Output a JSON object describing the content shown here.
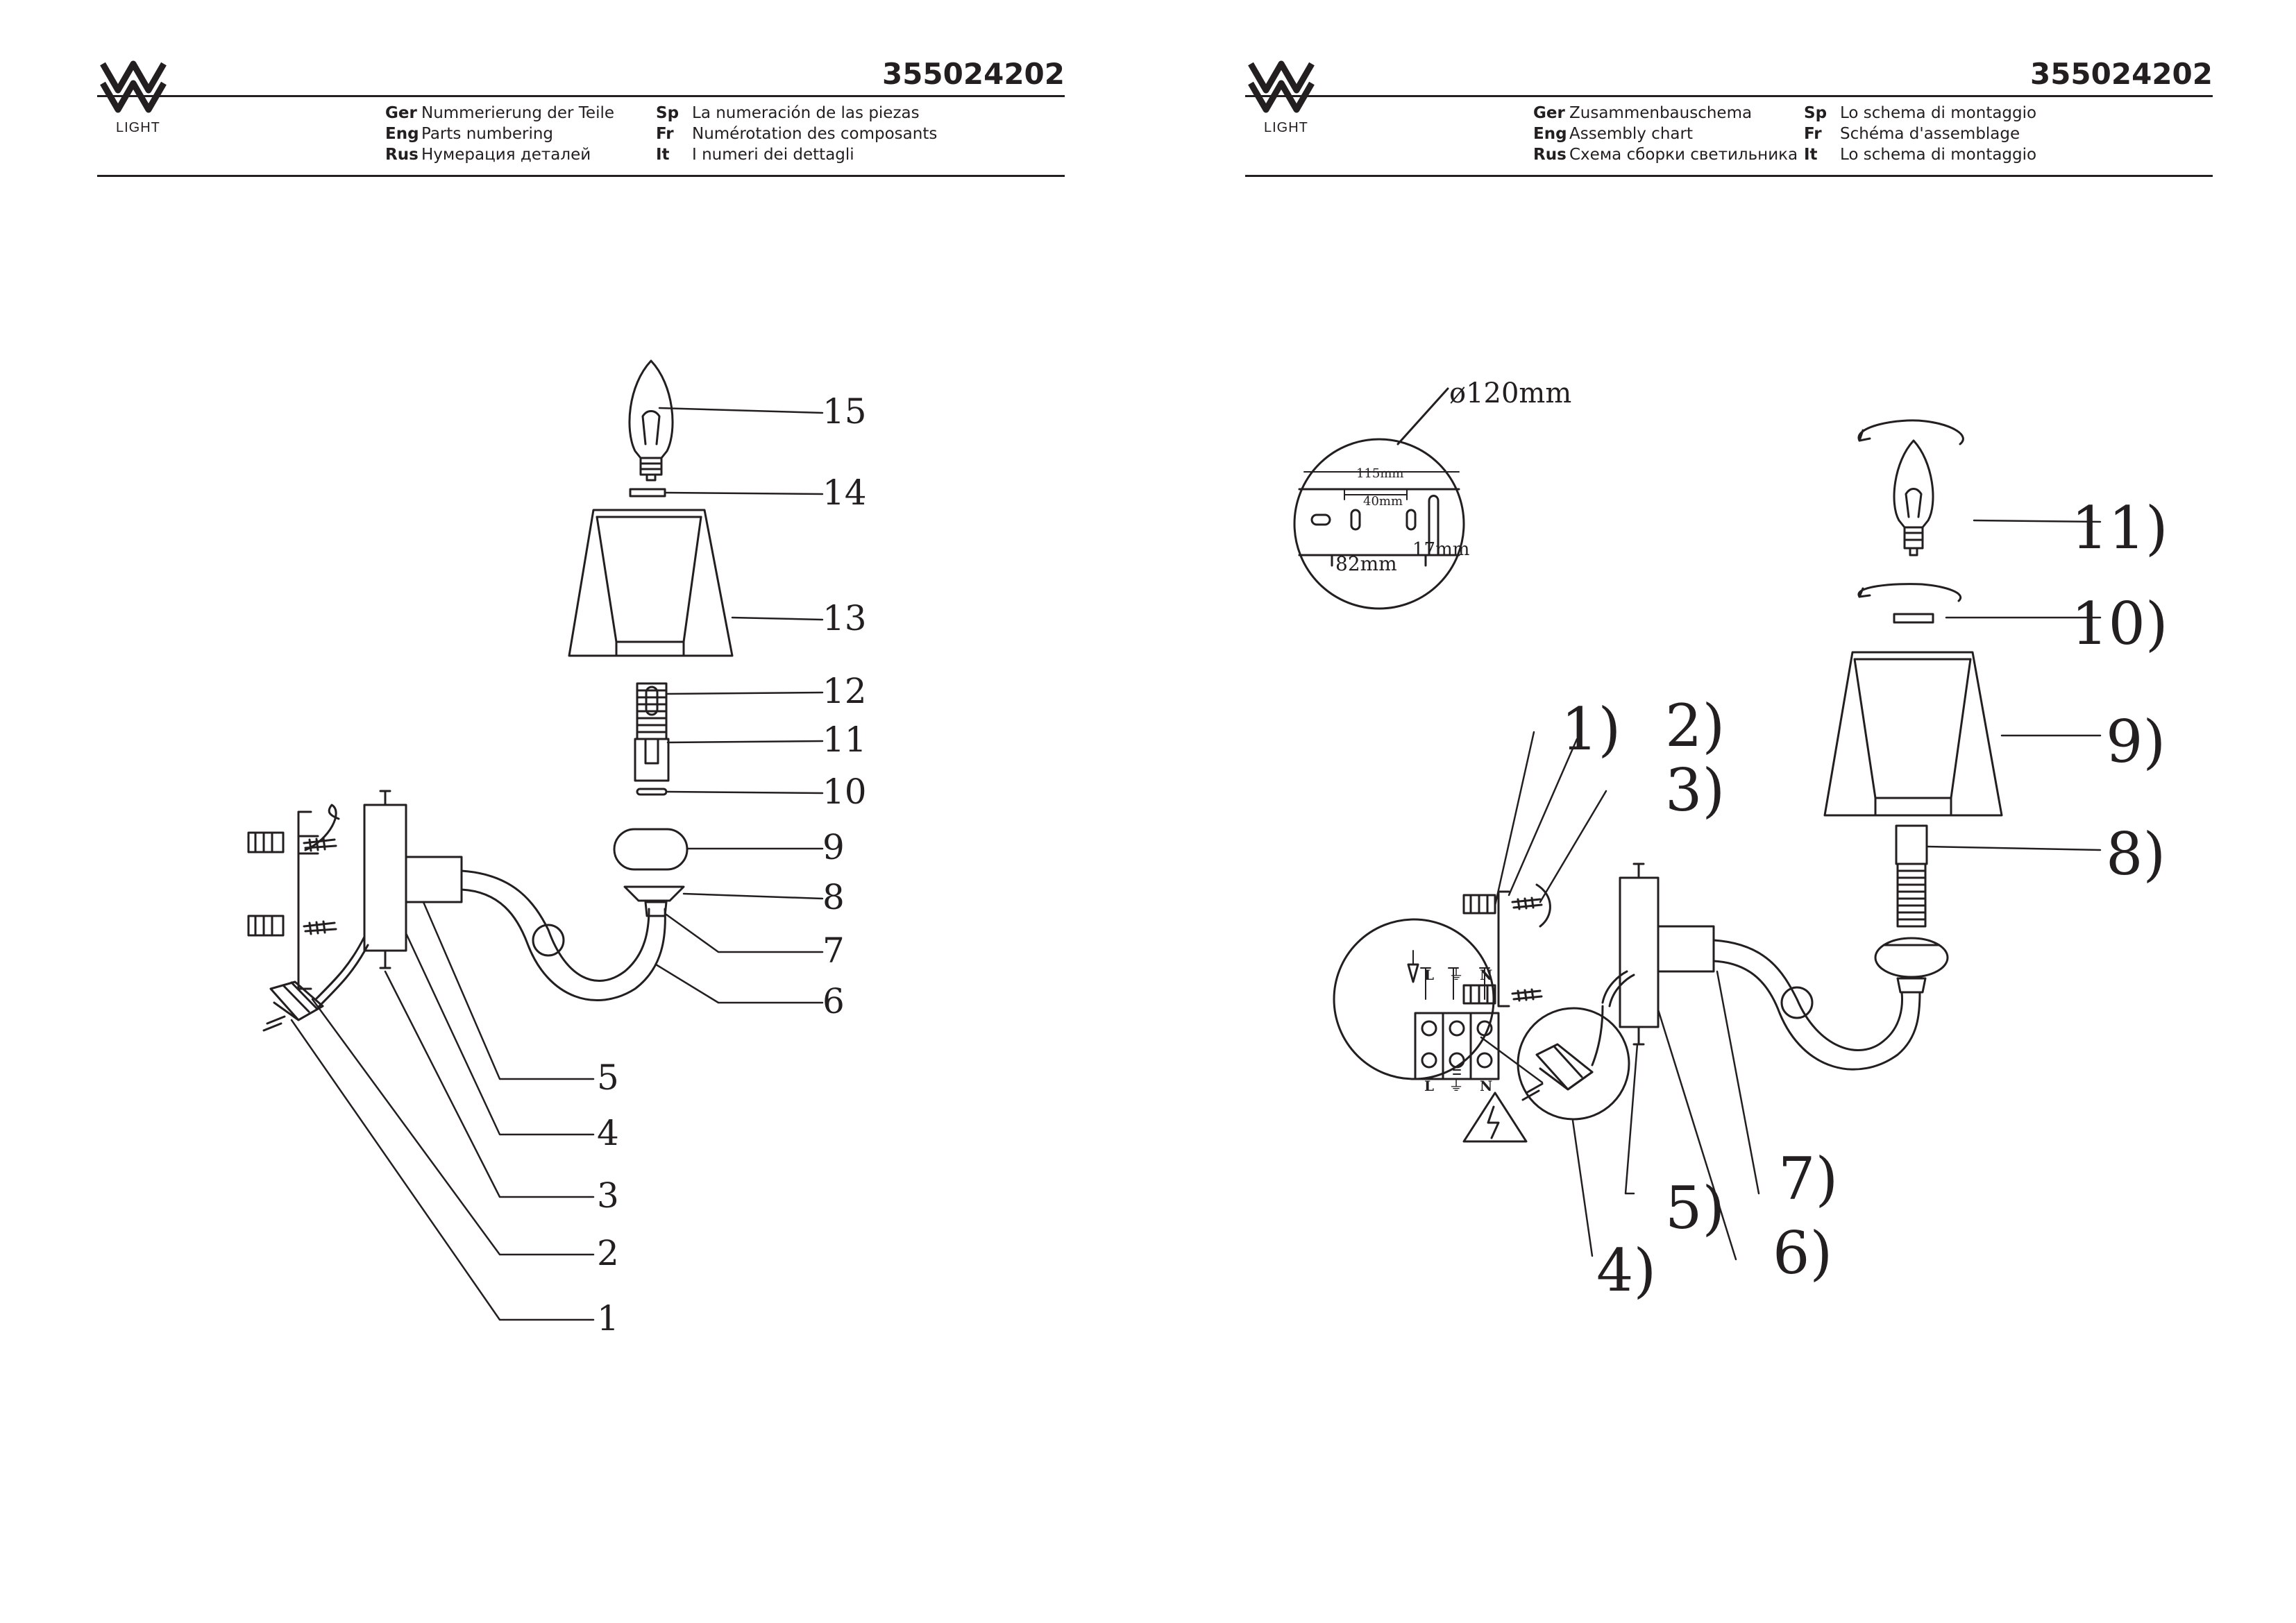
{
  "brand": {
    "logo_text": "LIGHT"
  },
  "colors": {
    "ink": "#231f20",
    "background": "#ffffff"
  },
  "left_page": {
    "code": "355024202",
    "languages": [
      {
        "code": "Ger",
        "text": "Nummerierung der Teile"
      },
      {
        "code": "Eng",
        "text": "Parts numbering"
      },
      {
        "code": "Rus",
        "text": "Нумерация деталей"
      },
      {
        "code": "Sp",
        "text": "La numeración de las piezas"
      },
      {
        "code": "Fr",
        "text": "Numérotation des composants"
      },
      {
        "code": "It",
        "text": "I numeri dei dettagli"
      }
    ],
    "part_labels": [
      "15",
      "14",
      "13",
      "12",
      "11",
      "10",
      "9",
      "8",
      "7",
      "6",
      "5",
      "4",
      "3",
      "2",
      "1"
    ]
  },
  "right_page": {
    "code": "355024202",
    "languages": [
      {
        "code": "Ger",
        "text": "Zusammenbauschema"
      },
      {
        "code": "Eng",
        "text": "Assembly chart"
      },
      {
        "code": "Rus",
        "text": "Схема сборки светильника"
      },
      {
        "code": "Sp",
        "text": "Lo schema di montaggio"
      },
      {
        "code": "Fr",
        "text": "Schéma d'assemblage"
      },
      {
        "code": "It",
        "text": "Lo schema di montaggio"
      }
    ],
    "dimensions": {
      "diameter": "ø120mm",
      "width": "115mm",
      "spacing": "40mm",
      "height": "82mm",
      "offset": "17mm"
    },
    "wiring_labels": {
      "l": "L",
      "earth": "⏚",
      "n": "N"
    },
    "step_labels": [
      "1)",
      "2)",
      "3)",
      "4)",
      "5)",
      "6)",
      "7)",
      "8)",
      "9)",
      "10)",
      "11)"
    ]
  }
}
